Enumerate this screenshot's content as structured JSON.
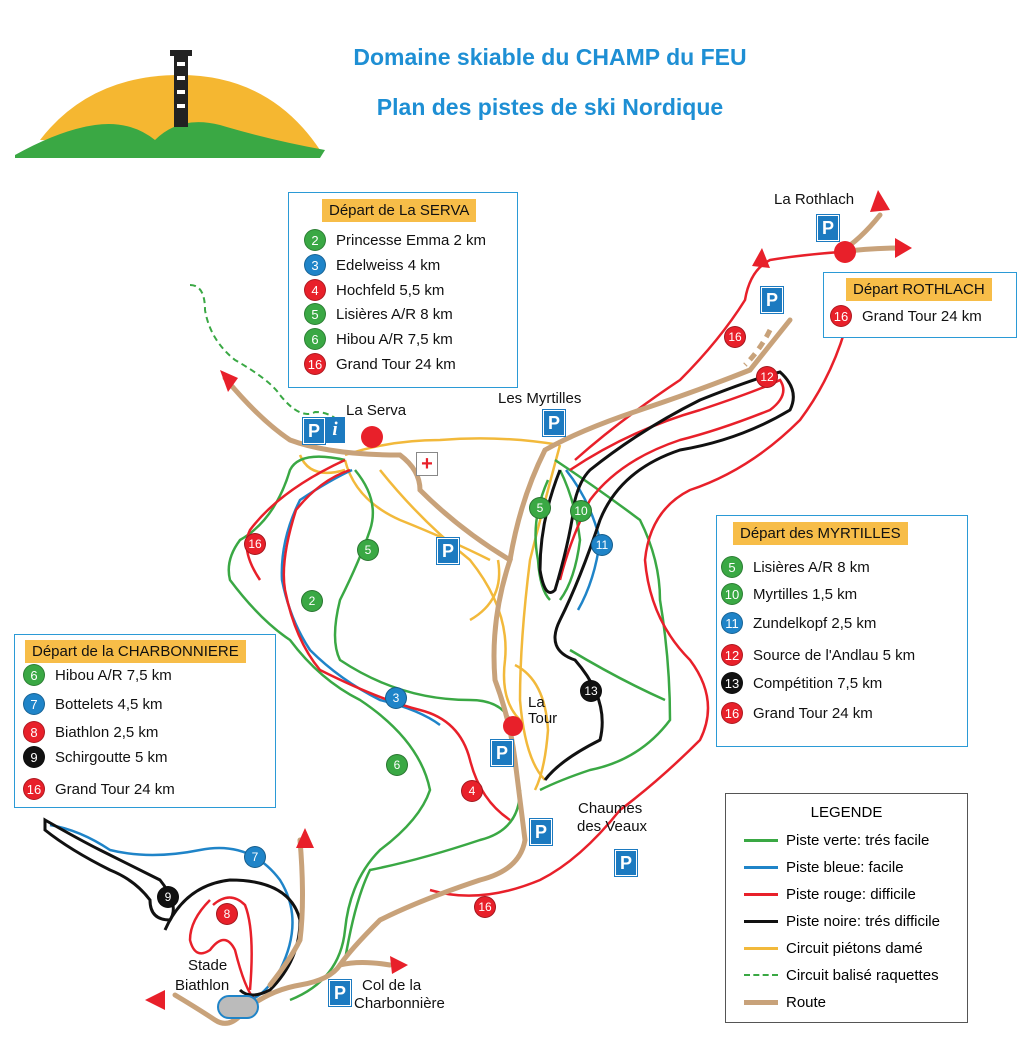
{
  "header": {
    "title": "Domaine skiable du CHAMP du FEU",
    "subtitle": "Plan des pistes de ski Nordique"
  },
  "colors": {
    "green": "#3aa844",
    "blue": "#1f84c8",
    "red": "#e8202a",
    "black": "#111111",
    "yellow": "#f2b93b",
    "road": "#c8a27a",
    "accent": "#1e8fd4"
  },
  "boxes": {
    "serva": {
      "title": "Départ de La SERVA",
      "items": [
        {
          "num": "2",
          "color": "green",
          "label": "Princesse Emma  2 km"
        },
        {
          "num": "3",
          "color": "blue",
          "label": "Edelweiss  4 km"
        },
        {
          "num": "4",
          "color": "red",
          "label": "Hochfeld  5,5 km"
        },
        {
          "num": "5",
          "color": "green",
          "label": "Lisières  A/R 8 km"
        },
        {
          "num": "6",
          "color": "green",
          "label": "Hibou A/R 7,5 km"
        },
        {
          "num": "16",
          "color": "red",
          "label": "Grand Tour  24 km"
        }
      ]
    },
    "rothlach": {
      "title": "Départ ROTHLACH",
      "items": [
        {
          "num": "16",
          "color": "red",
          "label": "Grand Tour  24 km"
        }
      ]
    },
    "myrtilles": {
      "title": "Départ des MYRTILLES",
      "items": [
        {
          "num": "5",
          "color": "green",
          "label": "Lisières  A/R  8 km"
        },
        {
          "num": "10",
          "color": "green",
          "label": "Myrtilles  1,5 km"
        },
        {
          "num": "11",
          "color": "blue",
          "label": "Zundelkopf  2,5 km"
        },
        {
          "num": "12",
          "color": "red",
          "label": "Source de l'Andlau  5 km"
        },
        {
          "num": "13",
          "color": "black",
          "label": "Compétition  7,5 km"
        },
        {
          "num": "16",
          "color": "red",
          "label": "Grand Tour  24 km"
        }
      ]
    },
    "charbonniere": {
      "title": "Départ de la CHARBONNIERE",
      "items": [
        {
          "num": "6",
          "color": "green",
          "label": "Hibou  A/R 7,5 km"
        },
        {
          "num": "7",
          "color": "blue",
          "label": "Bottelets  4,5 km"
        },
        {
          "num": "8",
          "color": "red",
          "label": "Biathlon  2,5 km"
        },
        {
          "num": "9",
          "color": "black",
          "label": "Schirgoutte  5 km"
        },
        {
          "num": "16",
          "color": "red",
          "label": "Grand Tour  24 km"
        }
      ]
    }
  },
  "places": {
    "la_rothlach": "La Rothlach",
    "la_serva": "La Serva",
    "les_myrtilles": "Les Myrtilles",
    "la_tour_1": "La",
    "la_tour_2": "Tour",
    "chaumes_1": "Chaumes",
    "chaumes_2": "des Veaux",
    "stade_1": "Stade",
    "stade_2": "Biathlon",
    "col_1": "Col de la",
    "col_2": "Charbonnière"
  },
  "map_labels": {
    "parking": "P",
    "info": "i",
    "first_aid": "+"
  },
  "markers": [
    {
      "num": "16",
      "color": "red"
    },
    {
      "num": "12",
      "color": "red"
    },
    {
      "num": "16",
      "color": "red"
    },
    {
      "num": "2",
      "color": "green"
    },
    {
      "num": "5",
      "color": "green"
    },
    {
      "num": "3",
      "color": "blue"
    },
    {
      "num": "6",
      "color": "green"
    },
    {
      "num": "4",
      "color": "red"
    },
    {
      "num": "5",
      "color": "green"
    },
    {
      "num": "10",
      "color": "green"
    },
    {
      "num": "11",
      "color": "blue"
    },
    {
      "num": "13",
      "color": "black"
    },
    {
      "num": "7",
      "color": "blue"
    },
    {
      "num": "9",
      "color": "black"
    },
    {
      "num": "8",
      "color": "red"
    },
    {
      "num": "16",
      "color": "red"
    }
  ],
  "legend": {
    "title": "LEGENDE",
    "items": [
      {
        "label": "Piste verte: trés facile",
        "color": "#3aa844",
        "style": "solid"
      },
      {
        "label": "Piste bleue: facile",
        "color": "#1f84c8",
        "style": "solid"
      },
      {
        "label": "Piste rouge: difficile",
        "color": "#e8202a",
        "style": "solid"
      },
      {
        "label": "Piste noire: trés difficile",
        "color": "#111111",
        "style": "solid"
      },
      {
        "label": "Circuit piétons damé",
        "color": "#f2b93b",
        "style": "solid"
      },
      {
        "label": "Circuit balisé raquettes",
        "color": "#3aa844",
        "style": "dashed"
      },
      {
        "label": "Route",
        "color": "#c8a27a",
        "style": "road"
      }
    ]
  }
}
